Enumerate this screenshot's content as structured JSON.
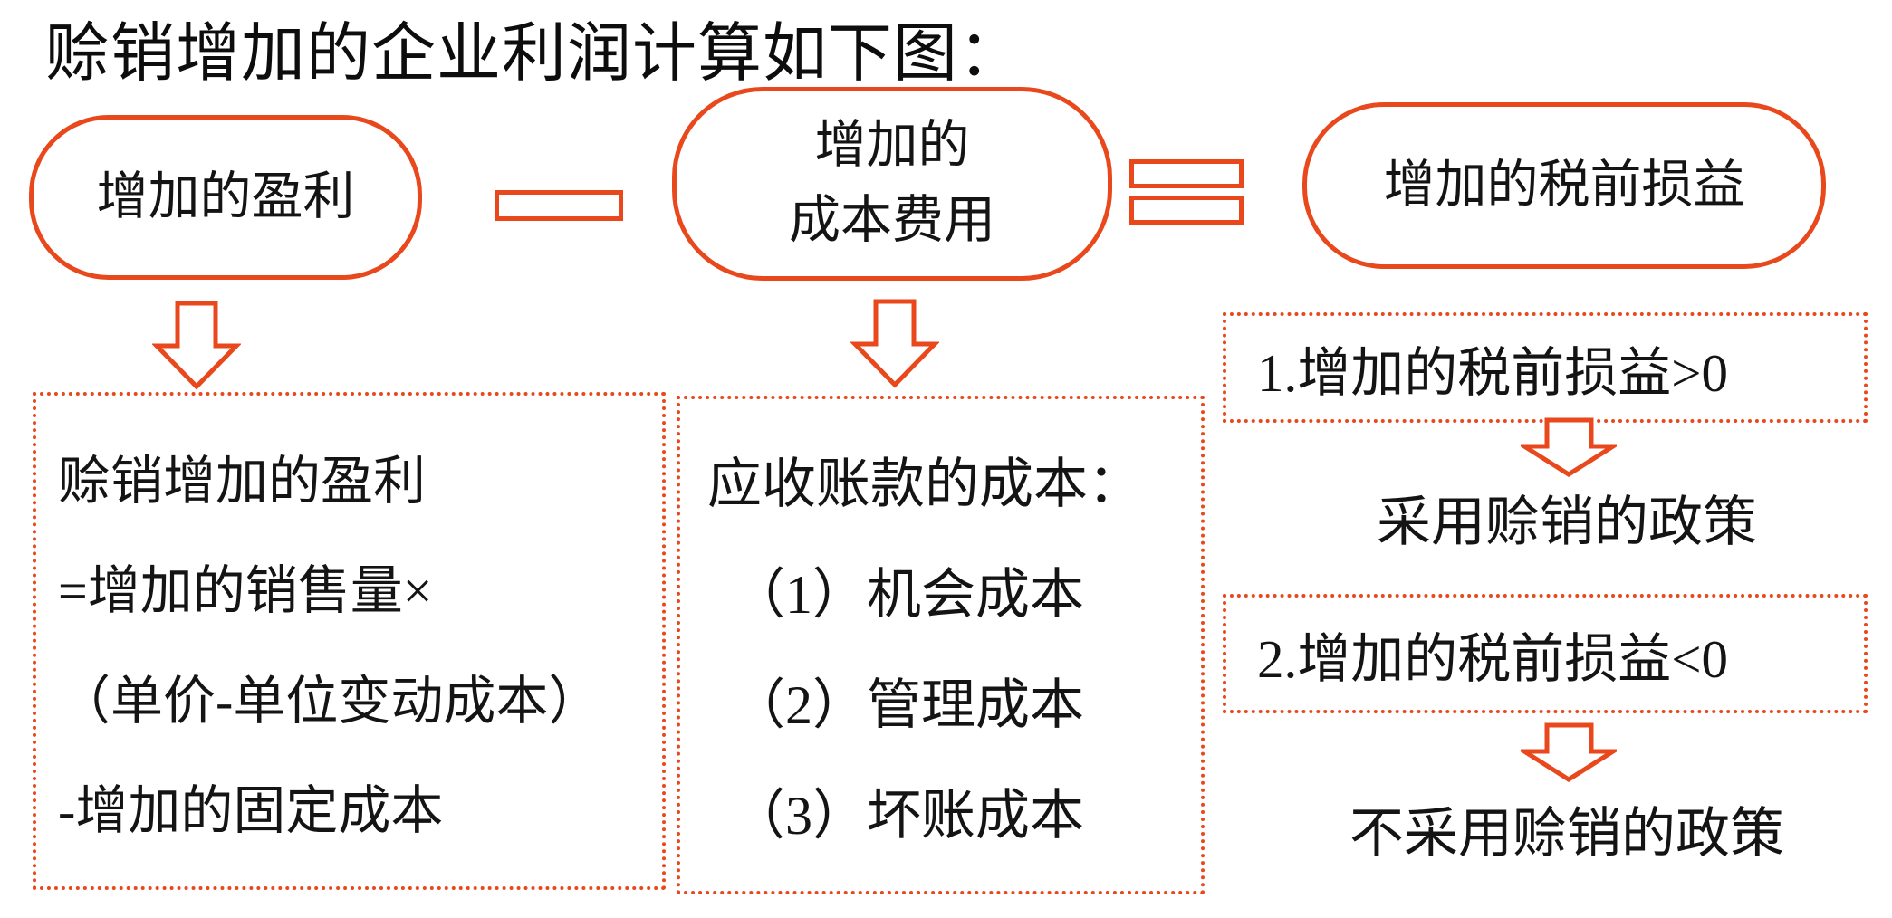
{
  "colors": {
    "accent": "#e8481c",
    "text": "#141414",
    "background": "#ffffff"
  },
  "title": "赊销增加的企业利润计算如下图：",
  "flow": {
    "profit_node": "增加的盈利",
    "cost_node_line1": "增加的",
    "cost_node_line2": "成本费用",
    "result_node": "增加的税前损益"
  },
  "profit_detail_box": {
    "lines": [
      "赊销增加的盈利",
      "=增加的销售量×",
      "（单价-单位变动成本）",
      "-增加的固定成本"
    ]
  },
  "cost_detail_box": {
    "lines": [
      "应收账款的成本：",
      "（1）机会成本",
      "（2）管理成本",
      "（3）坏账成本"
    ]
  },
  "decision": {
    "case1": {
      "condition": "1.增加的税前损益>0",
      "result": "采用赊销的政策"
    },
    "case2": {
      "condition": "2.增加的税前损益<0",
      "result": "不采用赊销的政策"
    }
  }
}
